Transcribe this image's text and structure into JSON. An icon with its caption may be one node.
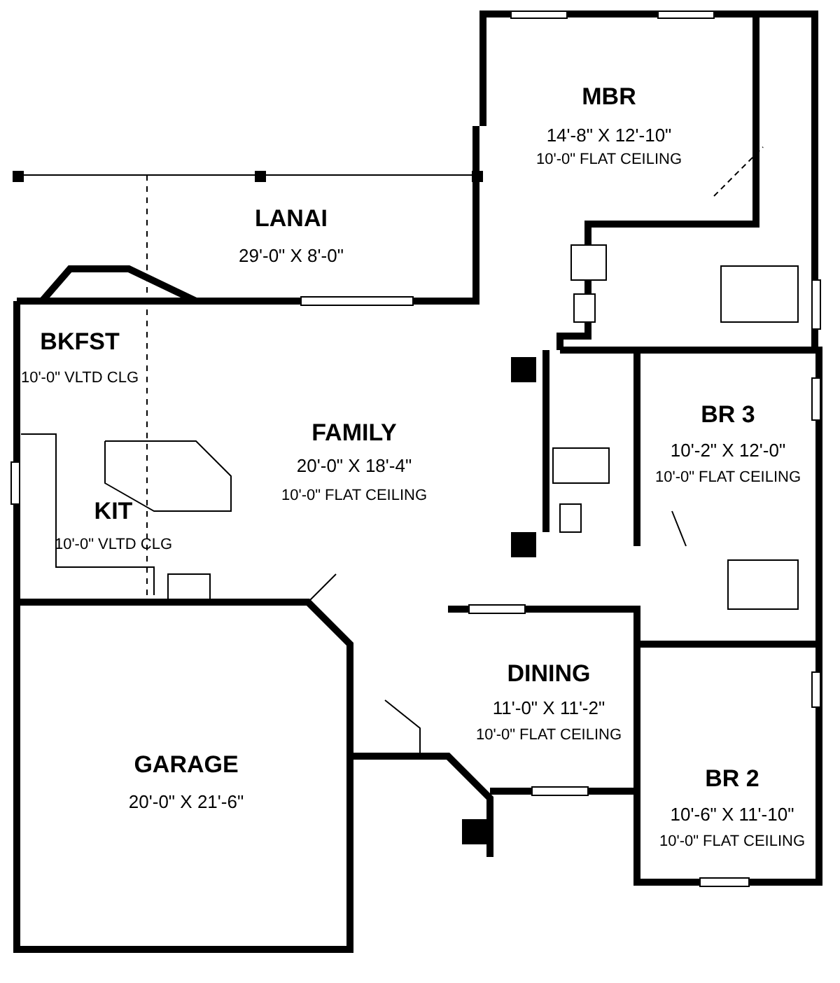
{
  "diagram": {
    "labels": [
      "MBR",
      "14'-8\" X 12'-10\"",
      "10'-0\" FLAT CEILING",
      "LANAI",
      "29'-0\" X 8'-0\"",
      "BKFST",
      "10'-0\" VLTD CLG",
      "FAMILY",
      "20'-0\" X 18'-4\"",
      "10'-0\" FLAT CEILING",
      "BR 3",
      "10'-2\" X 12'-0\"",
      "10'-0\" FLAT CEILING",
      "KIT",
      "10'-0\" VLTD CLG",
      "DINING",
      "11'-0\" X 11'-2\"",
      "10'-0\" FLAT CEILING",
      "GARAGE",
      "20'-0\" X 21'-6\"",
      "BR 2",
      "10'-6\" X 11'-10\"",
      "10'-0\" FLAT CEILING"
    ]
  }
}
